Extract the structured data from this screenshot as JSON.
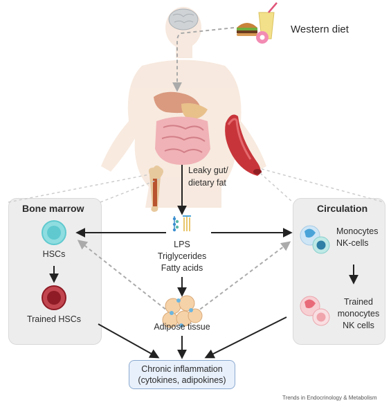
{
  "western_diet": {
    "label": "Western diet"
  },
  "gut": {
    "label_line1": "Leaky gut/",
    "label_line2": "dietary fat"
  },
  "metabolites": [
    "LPS",
    "Triglycerides",
    "Fatty acids"
  ],
  "adipose": {
    "label": "Adipose tissue"
  },
  "bone_marrow": {
    "title": "Bone marrow",
    "hsc_label": "HSCs",
    "trained_hsc_label": "Trained HSCs"
  },
  "circulation": {
    "title": "Circulation",
    "cells_line1": "Monocytes",
    "cells_line2": "NK-cells",
    "trained_line1": "Trained",
    "trained_line2": "monocytes",
    "trained_line3": "NK cells"
  },
  "outcome": {
    "line1": "Chronic inflammation",
    "line2": "(cytokines, adipokines)"
  },
  "credit": "Trends in Endocrinology & Metabolism",
  "colors": {
    "hsc": "#5fc9cf",
    "trained_hsc": "#8e1b25",
    "monocyte": "#4aa3d8",
    "trained_monocyte": "#f0a4ac",
    "panel": "#ededed",
    "outcome_border": "#8aa9cf"
  }
}
